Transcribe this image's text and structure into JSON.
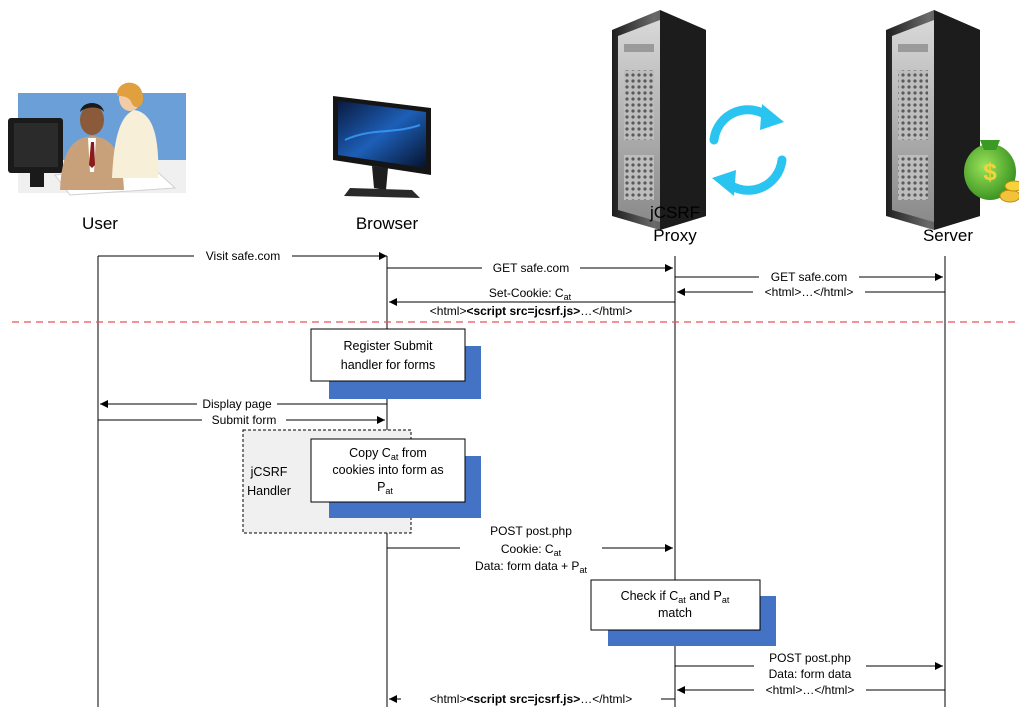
{
  "actors": {
    "user": "User",
    "browser": "Browser",
    "proxy_line1": "jCSRF",
    "proxy_line2": "Proxy",
    "server": "Server"
  },
  "messages": {
    "m1": "Visit safe.com",
    "m2": "GET safe.com",
    "m3": "GET safe.com",
    "m4": "<html>…</html>",
    "m5_line1_pre": "Set-Cookie: C",
    "m5_line1_sub": "at",
    "m5_line2_a": "<html>",
    "m5_line2_b": "<script src=jcsrf.js>",
    "m5_line2_c": "…</html>",
    "m6": "Display page",
    "m7": "Submit form",
    "m8_line1": "POST post.php",
    "m8_line2_pre": "Cookie: C",
    "m8_line2_sub": "at",
    "m8_line3_pre": "Data: form data + P",
    "m8_line3_sub": "at",
    "m9_line1": "POST post.php",
    "m9_line2": "Data: form data",
    "m10": "<html>…</html>",
    "m11_a": "<html>",
    "m11_b": "<script src=jcsrf.js>",
    "m11_c": "…</html>"
  },
  "boxes": {
    "register_line1": "Register Submit",
    "register_line2": "handler for forms",
    "handler_line1": "jCSRF",
    "handler_line2": "Handler",
    "copy_line1_pre": "Copy C",
    "copy_line1_sub": "at",
    "copy_line1_post": " from",
    "copy_line2": "cookies into form as",
    "copy_line3_pre": "P",
    "copy_line3_sub": "at",
    "check_line1_pre": "Check if C",
    "check_line1_sub1": "at",
    "check_line1_mid": " and P",
    "check_line1_sub2": "at",
    "check_line2": "match"
  },
  "colors": {
    "shadow_blue": "#4472c4",
    "separator_red": "#e8505b",
    "handler_bg": "#f0f0f0",
    "sync_arrow": "#29c4f0"
  },
  "icons": {
    "user": "office-workers-icon",
    "browser": "monitor-icon",
    "proxy": "server-tower-sync-icon",
    "server": "server-tower-money-icon"
  }
}
